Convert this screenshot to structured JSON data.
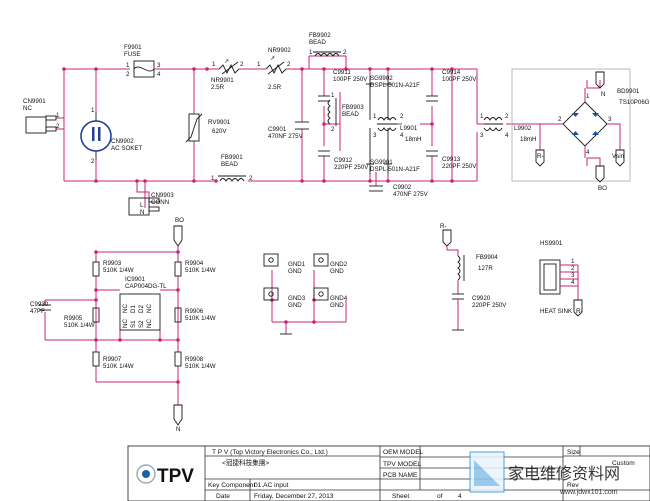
{
  "schematic": {
    "components": {
      "cn9901": {
        "ref": "CN9901",
        "value": "NC",
        "pins": [
          "1",
          "2"
        ]
      },
      "cn9902": {
        "ref": "CN9902",
        "value": "AC SOKET",
        "pins": [
          "1",
          "2"
        ]
      },
      "cn9903": {
        "ref": "CN9903",
        "value": "CONN",
        "pins": [
          "L",
          "N"
        ]
      },
      "f9901": {
        "ref": "F9901",
        "value": "FUSE",
        "pins": [
          "1",
          "2",
          "3",
          "4"
        ]
      },
      "nr9901": {
        "ref": "NR9901",
        "value": "2.5R",
        "pins": [
          "1",
          "2"
        ]
      },
      "nr9902": {
        "ref": "NR9902",
        "value": "2.5R",
        "pins": [
          "1",
          "2"
        ]
      },
      "fb9902": {
        "ref": "FB9902",
        "value": "BEAD",
        "pins": [
          "1",
          "2"
        ]
      },
      "rv9901": {
        "ref": "RV9901",
        "value": "620V"
      },
      "c9901": {
        "ref": "C9901",
        "value": "470NF 275V"
      },
      "fb9901": {
        "ref": "FB9901",
        "value": "BEAD",
        "pins": [
          "1",
          "2"
        ]
      },
      "c9911": {
        "ref": "C9911",
        "value": "100PF 250V"
      },
      "fb9903": {
        "ref": "FB9903",
        "value": "BEAD",
        "pins": [
          "1",
          "2"
        ]
      },
      "c9912": {
        "ref": "C9912",
        "value": "220PF 250V"
      },
      "sg9902": {
        "ref": "SG9902",
        "value": "DSPL-501N-A21F"
      },
      "sg9901": {
        "ref": "SG9901",
        "value": "DSPL-501N-A21F"
      },
      "l9901": {
        "ref": "L9901",
        "value": "18mH",
        "pins": [
          "1",
          "2",
          "3",
          "4"
        ]
      },
      "c9902": {
        "ref": "C9902",
        "value": "470NF 275V"
      },
      "c9914": {
        "ref": "C9914",
        "value": "100PF 250V"
      },
      "c9913": {
        "ref": "C9913",
        "value": "220PF 250V"
      },
      "l9902": {
        "ref": "L9902",
        "value": "18mH",
        "pins": [
          "1",
          "2",
          "3",
          "4"
        ]
      },
      "bd9901": {
        "ref": "BD9901",
        "value": "TS10P06G",
        "pins": [
          "1",
          "2",
          "3",
          "4"
        ]
      },
      "r9903": {
        "ref": "R9903",
        "value": "510K 1/4W"
      },
      "r9904": {
        "ref": "R9904",
        "value": "510K 1/4W"
      },
      "ic9901": {
        "ref": "IC9901",
        "value": "CAP004DG-TL",
        "pins": [
          "NC",
          "D1",
          "D2",
          "NC",
          "NC",
          "S1",
          "S2",
          "NC"
        ]
      },
      "c9930": {
        "ref": "C9930",
        "value": "47PF"
      },
      "r9905": {
        "ref": "R9905",
        "value": "510K 1/4W"
      },
      "r9906": {
        "ref": "R9906",
        "value": "510K 1/4W"
      },
      "r9907": {
        "ref": "R9907",
        "value": "510K 1/4W"
      },
      "r9908": {
        "ref": "R9908",
        "value": "510K 1/4W"
      },
      "gnd1": {
        "ref": "GND1",
        "value": "GND"
      },
      "gnd2": {
        "ref": "GND2",
        "value": "GND"
      },
      "gnd3": {
        "ref": "GND3",
        "value": "GND"
      },
      "gnd4": {
        "ref": "GND4",
        "value": "GND"
      },
      "fb9904": {
        "ref": "FB9904",
        "value": "127R"
      },
      "c9920": {
        "ref": "C9920",
        "value": "220PF 250V"
      },
      "hs9901": {
        "ref": "HS9901",
        "value": "HEAT SINK",
        "pins": [
          "1",
          "2",
          "3",
          "4"
        ]
      }
    },
    "nets": {
      "bo": "BO",
      "n": "N",
      "r_minus": "R-",
      "vsin": "Vsin"
    }
  },
  "title_block": {
    "company": "T P V (Top  Victory  Electronics  Co.,  Ltd.)",
    "chinese_company": "<冠捷科技集團>",
    "key_component_label": "Key Component",
    "key_component_value": "01.AC input",
    "date_label": "Date",
    "date_value": "Friday, December 27, 2013",
    "oem_model_label": "OEM MODEL",
    "tpv_model_label": "TPV MODEL",
    "pcb_name_label": "PCB NAME",
    "sheet_label": "Sheet",
    "sheet_of": "of",
    "sheet_total": "4",
    "size_label": "Size",
    "custom_label": "Custom",
    "rev_label": "Rev",
    "logo_text": "TPV"
  },
  "watermark": {
    "text": "家电维修资料网",
    "url": "www.jdwx101.com"
  },
  "colors": {
    "wire": "#c8237a",
    "ink": "#1a1a1a",
    "logo": "#1f5fa8",
    "watermark": "#2a8fd8"
  }
}
